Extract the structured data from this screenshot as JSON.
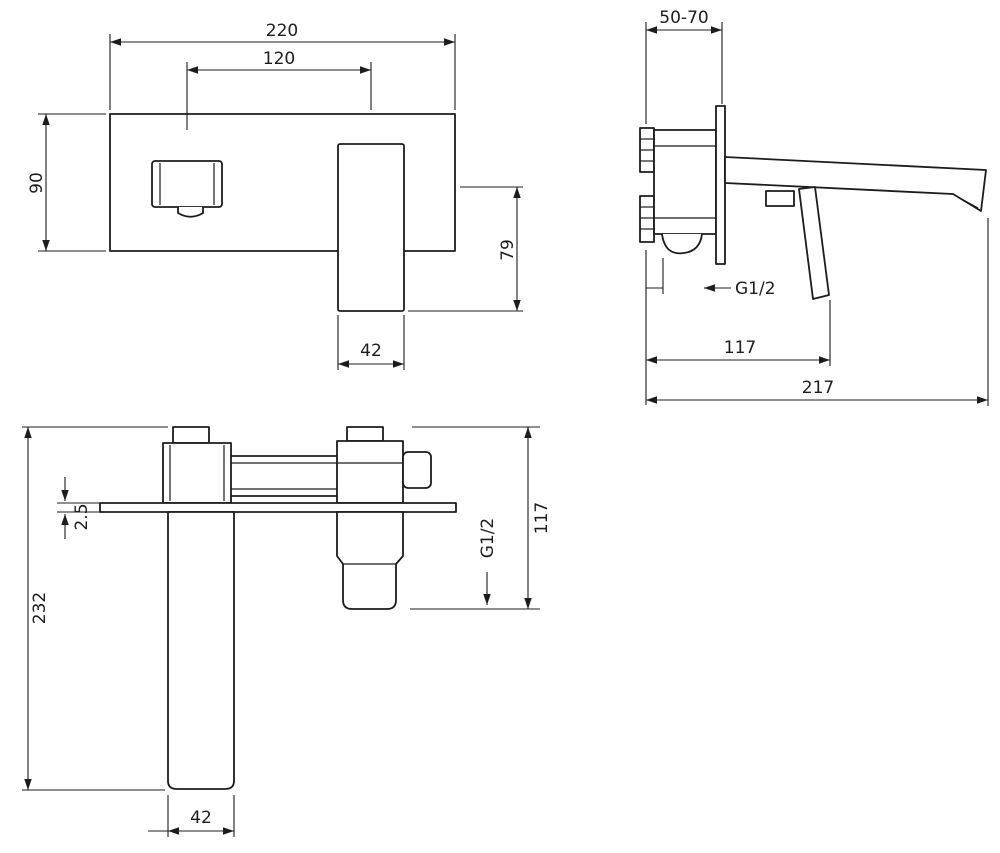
{
  "colors": {
    "background": "#ffffff",
    "line": "#1c1c1c"
  },
  "front_view": {
    "total_width": "220",
    "centers_distance": "120",
    "plate_height": "90",
    "drop_height": "79",
    "handle_width": "42"
  },
  "side_view": {
    "wall_range": "50-70",
    "thread": "G1/2",
    "depth_mid": "117",
    "depth_total": "217"
  },
  "bottom_view": {
    "plate_thickness": "2.5",
    "total_height": "232",
    "thread": "G1/2",
    "upper_height": "117",
    "spout_width": "42"
  }
}
